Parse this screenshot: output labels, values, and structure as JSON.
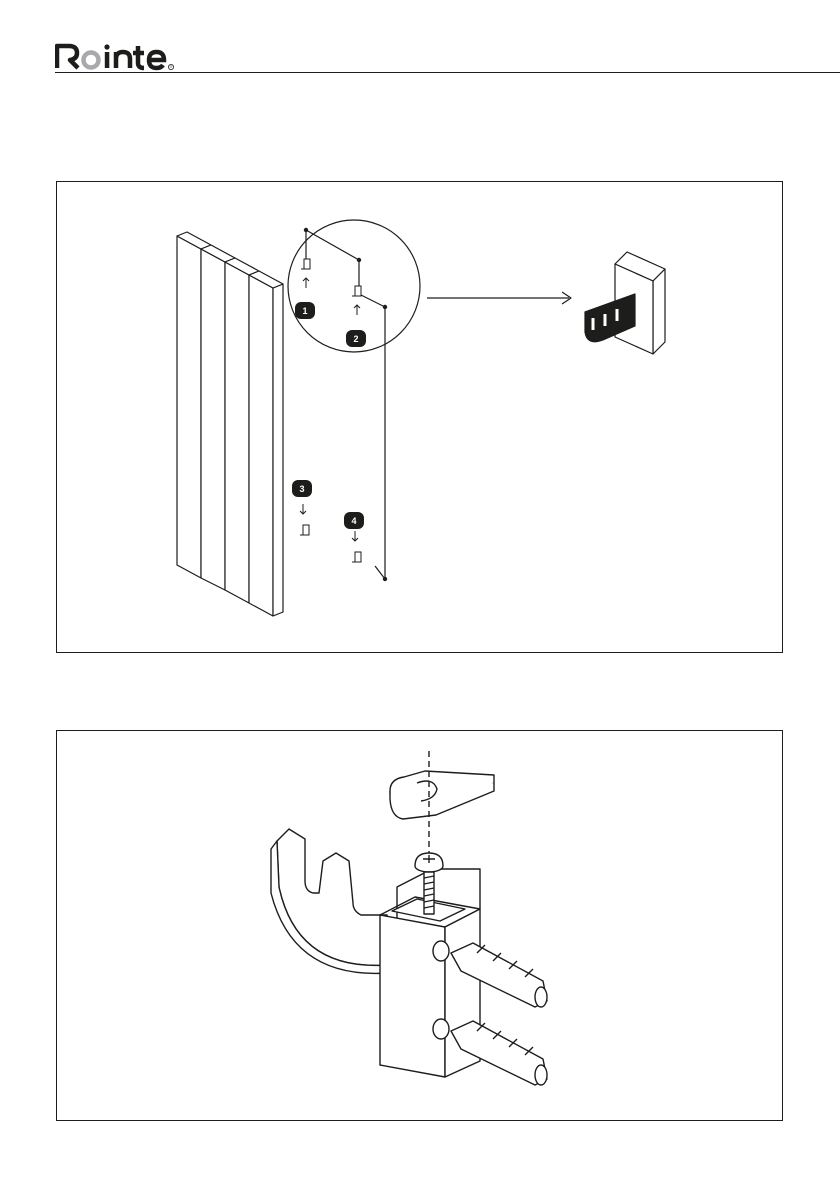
{
  "header": {
    "brand": "Rointe",
    "registered_mark": "®"
  },
  "figure1": {
    "steps": [
      "1",
      "2",
      "3",
      "4"
    ]
  },
  "colors": {
    "ink": "#1d1d1b",
    "logo_dot": "#a7a9ac",
    "paper": "#ffffff"
  },
  "icons": [
    "brand-logo",
    "radiator-illustration",
    "bracket-icon",
    "arrow-up-icon",
    "arrow-down-icon",
    "wall-bracket-illustration",
    "screw-icon",
    "wall-plug-icon"
  ]
}
